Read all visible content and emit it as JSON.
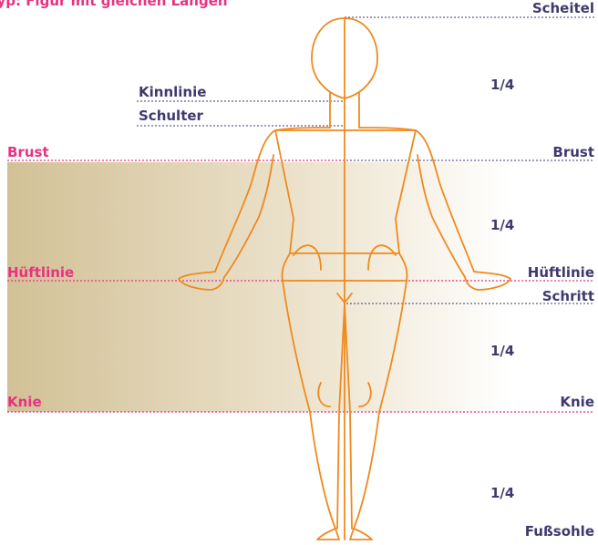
{
  "title": "Typ: Figur mit gleichen Längen",
  "colors": {
    "navy": "#3f3a6e",
    "pink": "#e6337f",
    "figure": "#ef8a1e",
    "band_dark": "#d2c196",
    "band_light": "#ffffff"
  },
  "labels": {
    "scheitel": "Scheitel",
    "kinnlinie": "Kinnlinie",
    "schulter": "Schulter",
    "brust_left": "Brust",
    "brust_right": "Brust",
    "hueftlinie_left": "Hüftlinie",
    "hueftlinie_right": "Hüftlinie",
    "schritt": "Schritt",
    "knie_left": "Knie",
    "knie_right": "Knie",
    "fusssohle": "Fußsohle"
  },
  "fractions": [
    "1/4",
    "1/4",
    "1/4",
    "1/4"
  ]
}
